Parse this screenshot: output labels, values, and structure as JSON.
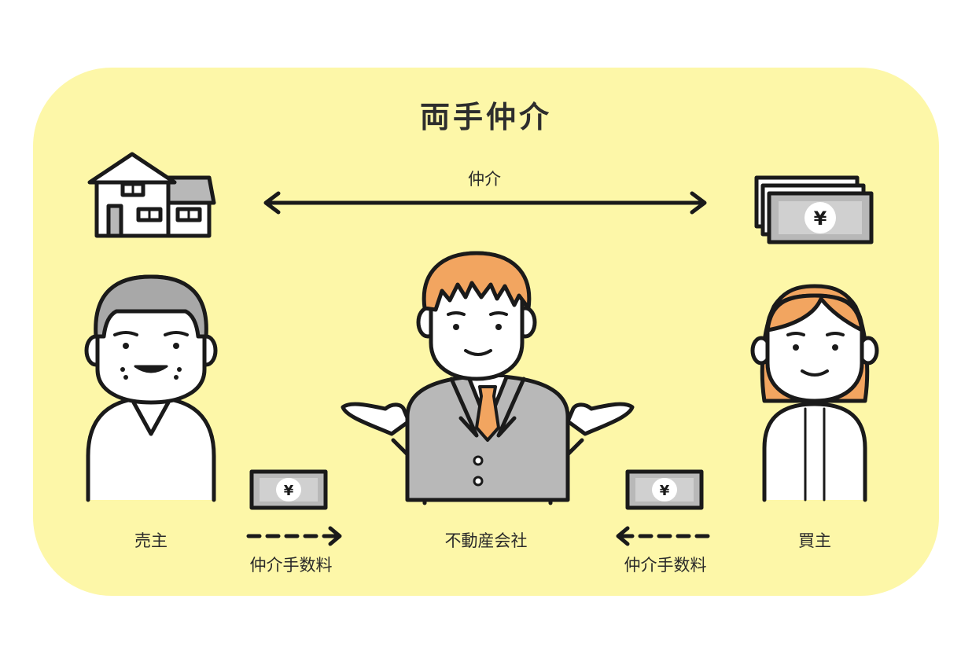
{
  "diagram": {
    "title": "両手仲介",
    "mediation_label": "仲介",
    "seller_label": "売主",
    "company_label": "不動産会社",
    "buyer_label": "買主",
    "fee_label_left": "仲介手数料",
    "fee_label_right": "仲介手数料",
    "yen_symbol": "¥"
  },
  "colors": {
    "background": "#fdf7a8",
    "hair_orange": "#f2a560",
    "suit_gray": "#b8b8b8",
    "tie_orange": "#f2a560",
    "outline": "#1a1a1a"
  },
  "icons": [
    "house-icon",
    "money-stack-icon",
    "banknote-icon",
    "double-arrow-icon",
    "dashed-arrow-icon"
  ]
}
